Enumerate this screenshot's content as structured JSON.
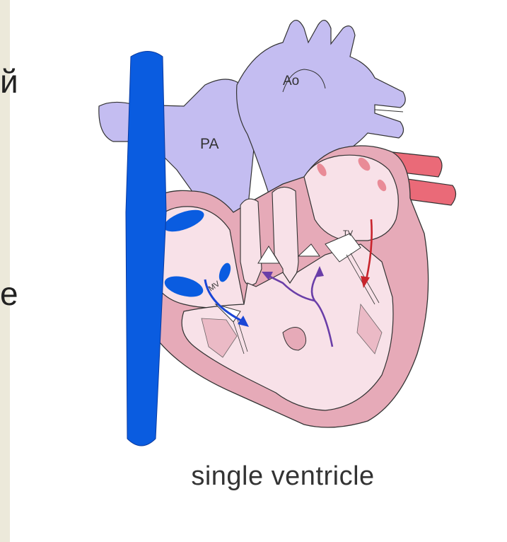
{
  "left_text": {
    "char_top": "й",
    "char_bottom": "е"
  },
  "diagram": {
    "label_ao": "Ao",
    "label_pa": "PA",
    "label_mv": "MV",
    "label_tv": "TV",
    "caption": "single ventricle"
  },
  "colors": {
    "vena_cava": "#0a5ce0",
    "great_arteries": "#c4bdf1",
    "heart_wall": "#e6aab8",
    "chamber": "#f8e1e8",
    "pulmonary_veins": "#ea6a78",
    "arrow_blue": "#1a46d6",
    "arrow_purple": "#6a3ea8",
    "arrow_red": "#c8242c"
  }
}
